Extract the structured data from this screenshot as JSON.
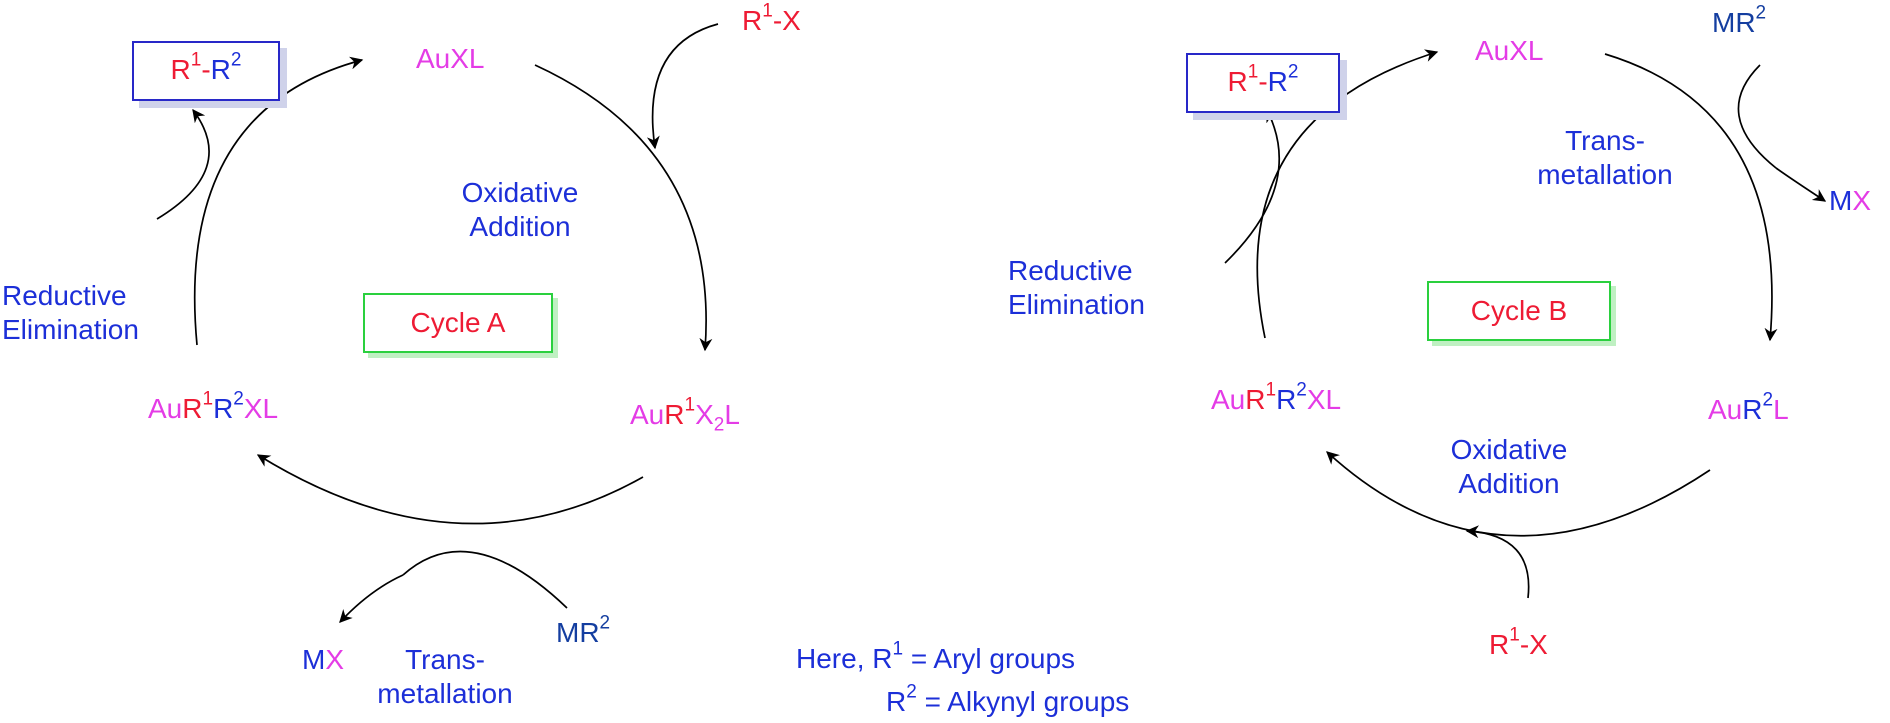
{
  "colors": {
    "metal_species": "#e43ce6",
    "R1": "#ee1b34",
    "R2": "#1c2fd8",
    "step_labels": "#1c2fd8",
    "arrows": "#000000",
    "product_box_border": "#2828c8",
    "cycle_box_border": "#2ad03e"
  },
  "cycle_a": {
    "name": "Cycle A",
    "catalyst": "AuXL",
    "product": {
      "r1": "R",
      "r1_sup": "1",
      "dash": "-",
      "r2": "R",
      "r2_sup": "2"
    },
    "reagent_r1x": {
      "r": "R",
      "sup": "1",
      "rest": "-X"
    },
    "oxidative_addition": [
      "Oxidative",
      "Addition"
    ],
    "intermediate_1": {
      "au": "Au",
      "r": "R",
      "r_sup": "1",
      "x": "X",
      "x_sub": "2",
      "l": "L"
    },
    "reagent_mr2": {
      "mr": "MR",
      "sup": "2"
    },
    "byproduct_mx": {
      "m": "M",
      "x": "X"
    },
    "transmetallation": [
      "Trans-",
      "metallation"
    ],
    "intermediate_2": {
      "au": "Au",
      "r1": "R",
      "r1_sup": "1",
      "r2": "R",
      "r2_sup": "2",
      "xl": "XL"
    },
    "reductive_elimination": [
      "Reductive",
      "Elimination"
    ]
  },
  "cycle_b": {
    "name": "Cycle B",
    "catalyst": "AuXL",
    "product": {
      "r1": "R",
      "r1_sup": "1",
      "dash": "-",
      "r2": "R",
      "r2_sup": "2"
    },
    "reagent_mr2": {
      "mr": "MR",
      "sup": "2"
    },
    "byproduct_mx": {
      "m": "M",
      "x": "X"
    },
    "transmetallation": [
      "Trans-",
      "metallation"
    ],
    "intermediate_1": {
      "au": "Au",
      "r": "R",
      "r_sup": "2",
      "l": "L"
    },
    "oxidative_addition": [
      "Oxidative",
      "Addition"
    ],
    "reagent_r1x": {
      "r": "R",
      "sup": "1",
      "rest": "-X"
    },
    "intermediate_2": {
      "au": "Au",
      "r1": "R",
      "r1_sup": "1",
      "r2": "R",
      "r2_sup": "2",
      "xl": "XL"
    },
    "reductive_elimination": [
      "Reductive",
      "Elimination"
    ]
  },
  "footnote": {
    "line1": {
      "prefix": "Here, R",
      "sup": "1",
      "rest": " = Aryl groups"
    },
    "line2": {
      "prefix": "R",
      "sup": "2",
      "rest": " = Alkynyl groups"
    }
  }
}
